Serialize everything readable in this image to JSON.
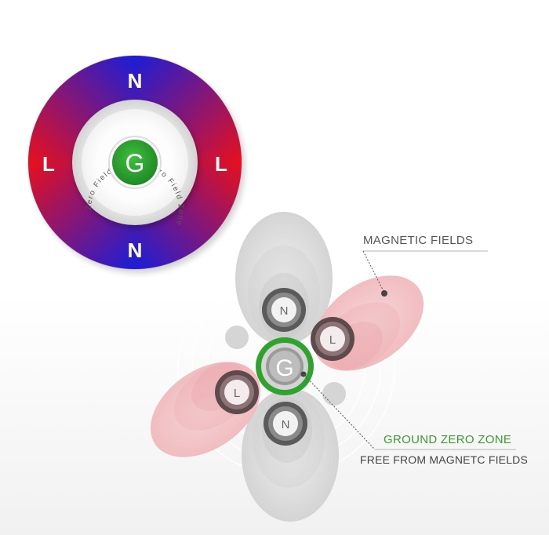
{
  "ring": {
    "north_top": "N",
    "north_bottom": "N",
    "left_pole": "L",
    "right_pole": "L",
    "center": "G",
    "zone_text": "Zero Field Zone · Zero Field Zone · ",
    "colors": {
      "north": "#1e1fd8",
      "lateral": "#e0101e",
      "center": "#22a33a"
    }
  },
  "diagram": {
    "magnets": [
      {
        "label": "N",
        "role": "north-upper"
      },
      {
        "label": "L",
        "role": "lateral-right"
      },
      {
        "label": "L",
        "role": "lateral-left"
      },
      {
        "label": "N",
        "role": "north-lower"
      }
    ],
    "center": "G",
    "colors": {
      "green": "#2fa32e",
      "field_red": "#f3c2c5",
      "field_gray": "#d3d3d3"
    }
  },
  "labels": {
    "magnetic_fields": "MAGNETIC FIELDS",
    "ground_zero_zone": "GROUND ZERO ZONE",
    "free_from": "FREE FROM MAGNETC FIELDS"
  }
}
